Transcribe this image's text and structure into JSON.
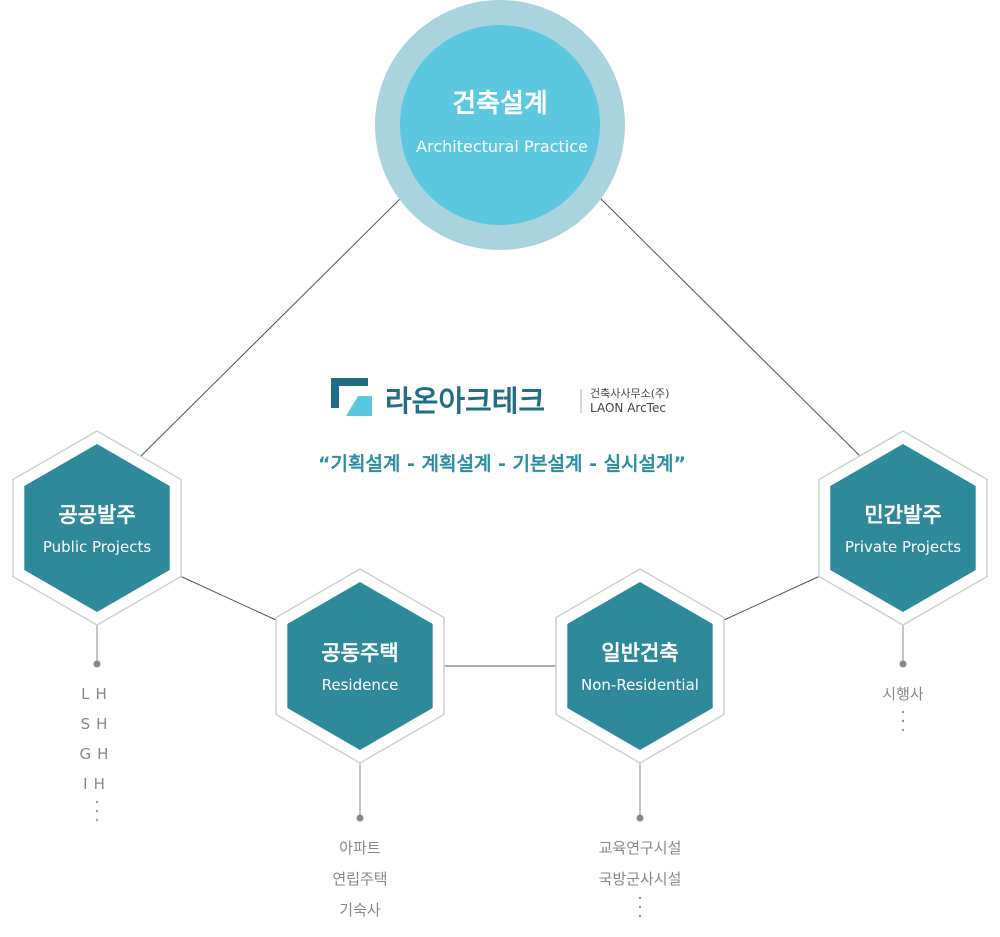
{
  "center": {
    "title": "건축설계",
    "subtitle": "Architectural Practice",
    "inner_color": "#5bc8e0",
    "outer_color": "#a9d4de"
  },
  "logo": {
    "name_ko": "라온아크테크",
    "firm_type": "건축사사무소(주)",
    "name_en": "LAON ArcTec",
    "brand_color": "#1e6f83"
  },
  "slogan": "“기획설계 - 계획설계 - 기본설계 - 실시설계”",
  "hex_color": "#2e8a9b",
  "hexes": [
    {
      "id": "public",
      "title": "공공발주",
      "subtitle": "Public Projects",
      "items": [
        "LH",
        "SH",
        "GH",
        "IH"
      ],
      "more": true
    },
    {
      "id": "residence",
      "title": "공동주택",
      "subtitle": "Residence",
      "items": [
        "아파트",
        "연립주택",
        "기숙사"
      ],
      "more": false
    },
    {
      "id": "nonres",
      "title": "일반건축",
      "subtitle": "Non-Residential",
      "items": [
        "교육연구시설",
        "국방군사시설"
      ],
      "more": true
    },
    {
      "id": "private",
      "title": "민간발주",
      "subtitle": "Private Projects",
      "items": [
        "시행사"
      ],
      "more": true
    }
  ]
}
